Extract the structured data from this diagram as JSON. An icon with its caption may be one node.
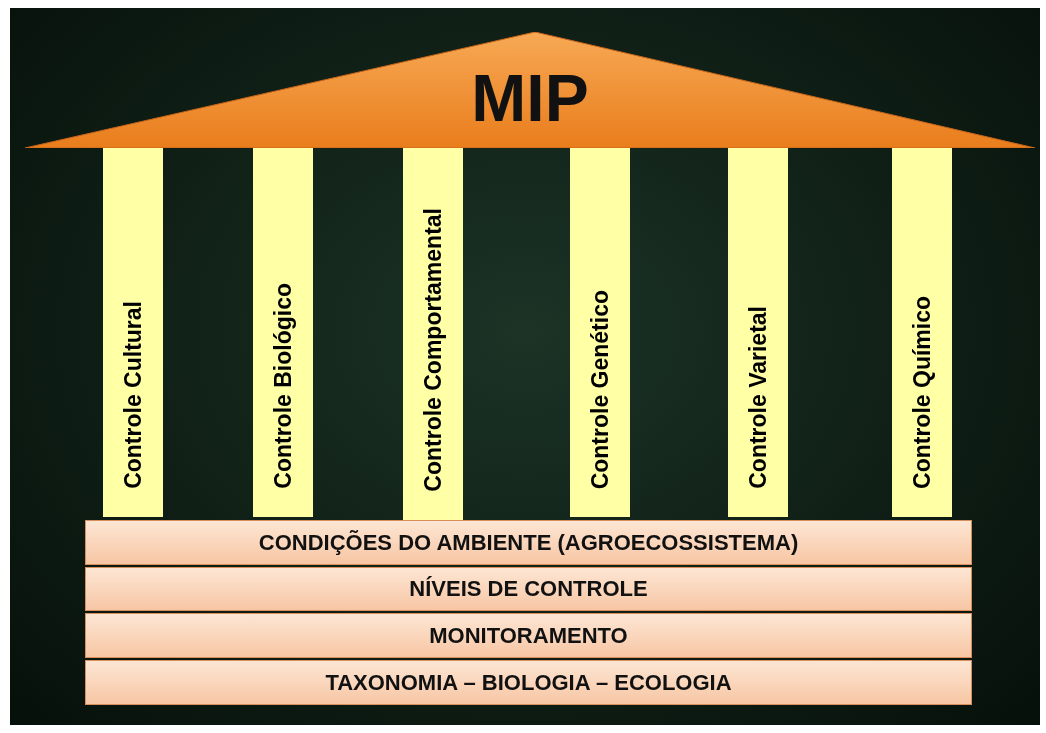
{
  "diagram": {
    "nodes": [
      {
        "text": [
          "MIP"
        ]
      },
      {
        "text": [
          "Controle Cultural"
        ]
      },
      {
        "text": [
          "Controle Biológico"
        ]
      },
      {
        "text": [
          "Controle Comportamental"
        ]
      },
      {
        "text": [
          "Controle Genético"
        ]
      },
      {
        "text": [
          "Controle Varietal"
        ]
      },
      {
        "text": [
          "Controle Químico"
        ]
      },
      {
        "text": [
          "CONDIÇÕES DO AMBIENTE (AGROECOSSISTEMA)"
        ]
      },
      {
        "text": [
          "NÍVEIS DE CONTROLE"
        ]
      },
      {
        "text": [
          "MONITORAMENTO"
        ]
      },
      {
        "text": [
          "TAXONOMIA – BIOLOGIA – ECOLOGIA"
        ]
      }
    ]
  }
}
